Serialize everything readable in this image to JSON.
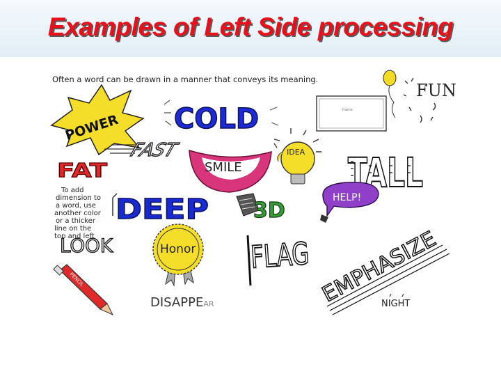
{
  "slide": {
    "title": "Examples of Left Side processing"
  },
  "artwork": {
    "caption": "Often a word can be drawn in a manner that conveys its meaning.",
    "words": {
      "power": "POWER",
      "cold": "COLD",
      "fun": "FUN",
      "fast": "FAST",
      "smile": "SMILE",
      "idea": "IDEA",
      "tall": "TALL",
      "fat": "FAT",
      "deep": "DEEP",
      "three_d": "3D",
      "help": "HELP!",
      "look": "LOOK",
      "honor": "Honor",
      "flag": "FLAG",
      "emphasize": "EMPHASIZE",
      "night": "NIGHT",
      "disappear_main": "DISAPPE",
      "disappear_tail": "AR",
      "pencil": "PENCIL",
      "frame_small": "frame"
    },
    "note_lines": [
      "To add",
      "dimension to",
      "a word, use",
      "another color",
      "or a thicker",
      "line on the",
      "top and left"
    ]
  },
  "colors": {
    "title_red": "#e8101a",
    "cold_blue": "#1c2bd6",
    "deep_blue": "#1a2ad0",
    "yellow": "#f5de2a",
    "fat_red": "#e02a2a",
    "smile_pink": "#d8357a",
    "help_purple": "#8f3fc8",
    "three_d_green": "#3a9a3a"
  }
}
